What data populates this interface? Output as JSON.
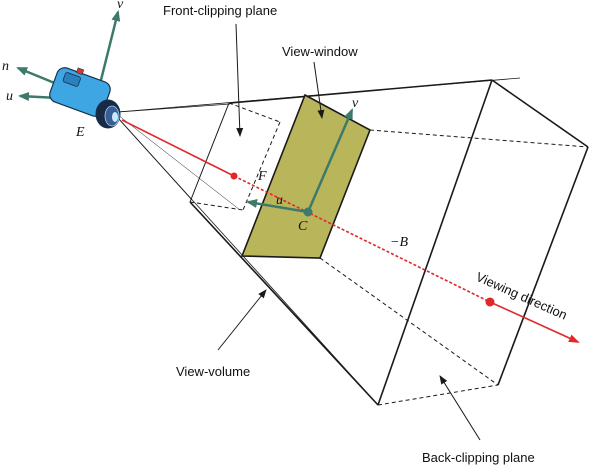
{
  "labels": {
    "front_clipping_plane": "Front-clipping plane",
    "view_window": "View-window",
    "view_volume": "View-volume",
    "back_clipping_plane": "Back-clipping plane",
    "viewing_direction": "Viewing direction"
  },
  "symbols": {
    "eye": "E",
    "camera_n": "n",
    "camera_u": "u",
    "camera_v": "v",
    "window_u": "u",
    "window_v": "v",
    "center_c": "C",
    "front_f": "F",
    "back_b": "−B"
  },
  "colors": {
    "axis": "#3e7a6c",
    "view_window_fill": "#b9b55b",
    "view_direction": "#e0282a",
    "camera_body": "#3fa6e4",
    "line": "#1a1a1a"
  }
}
